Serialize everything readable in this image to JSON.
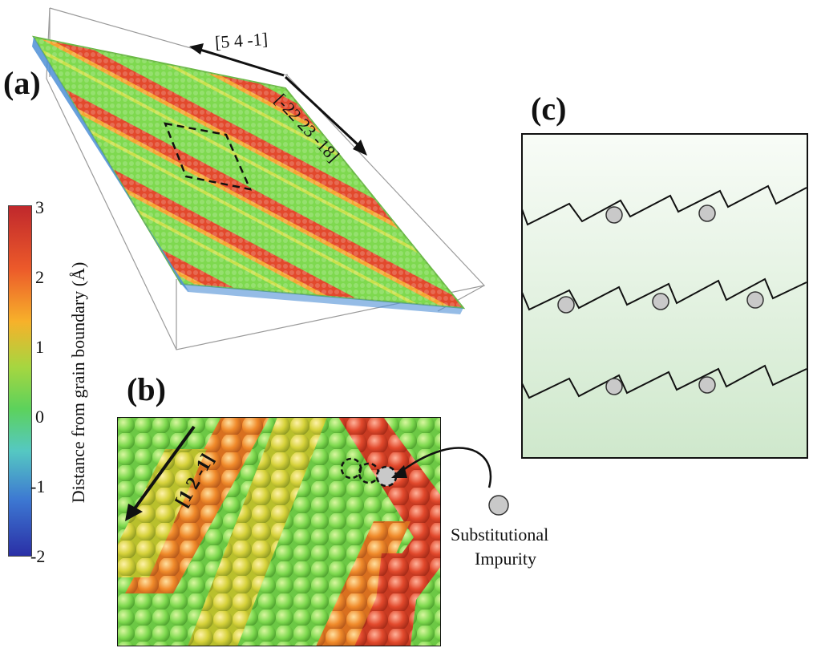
{
  "panels": {
    "a": {
      "label": "(a)",
      "directions": [
        "[5 4 -1]",
        "[-22 23 -18]"
      ]
    },
    "b": {
      "label": "(b)",
      "direction": "[1 2 -1]"
    },
    "c": {
      "label": "(c)"
    }
  },
  "colorbar": {
    "title": "Distance from grain boundary (Å)",
    "ticks": [
      "3",
      "2",
      "1",
      "0",
      "-1",
      "-2"
    ],
    "colors": [
      "#c0282c",
      "#ec5a2a",
      "#f7b12a",
      "#a6d640",
      "#5cd25c",
      "#55c8c2",
      "#3d78d2",
      "#2a2fa6"
    ]
  },
  "annotation": {
    "line1": "Substitutional",
    "line2": "Impurity"
  },
  "colors": {
    "surface_green": "#7ed94f",
    "ridge_red": "#e2492c",
    "impurity_gray": "#c9c9c9",
    "panel_c_top": "#f8fcf7",
    "panel_c_bottom": "#cfe8cc"
  }
}
